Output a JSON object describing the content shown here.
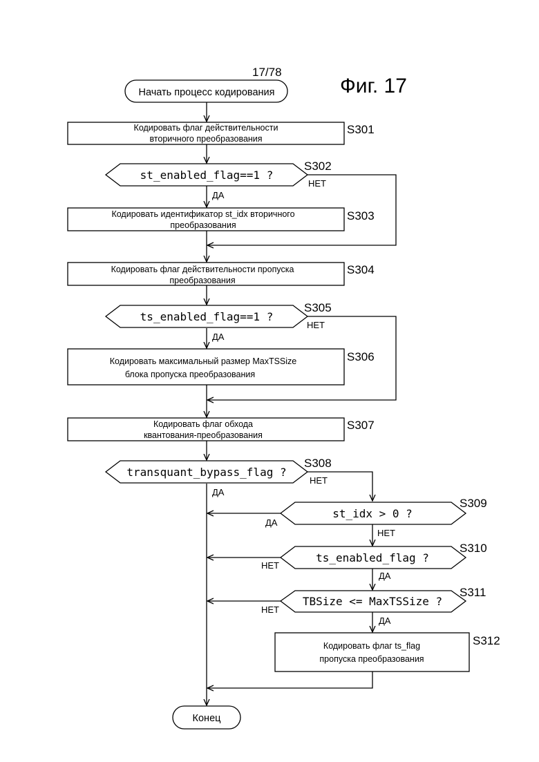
{
  "page": {
    "page_number": "17/78",
    "figure_label": "Фиг. 17"
  },
  "flowchart": {
    "start": "Начать процесс кодирования",
    "end": "Конец",
    "yes": "ДА",
    "no": "НЕТ",
    "steps": {
      "s301": {
        "id": "S301",
        "line1": "Кодировать флаг действительности",
        "line2": "вторичного преобразования"
      },
      "s302": {
        "id": "S302",
        "text": "st_enabled_flag==1 ?"
      },
      "s303": {
        "id": "S303",
        "line1": "Кодировать идентификатор st_idx вторичного",
        "line2": "преобразования"
      },
      "s304": {
        "id": "S304",
        "line1": "Кодировать флаг действительности пропуска",
        "line2": "преобразования"
      },
      "s305": {
        "id": "S305",
        "text": "ts_enabled_flag==1 ?"
      },
      "s306": {
        "id": "S306",
        "line1": "Кодировать максимальный размер MaxTSSize",
        "line2": "блока пропуска преобразования"
      },
      "s307": {
        "id": "S307",
        "line1": "Кодировать флаг обхода",
        "line2": "квантования-преобразования"
      },
      "s308": {
        "id": "S308",
        "text": "transquant_bypass_flag ?"
      },
      "s309": {
        "id": "S309",
        "text": "st_idx > 0 ?"
      },
      "s310": {
        "id": "S310",
        "text": "ts_enabled_flag ?"
      },
      "s311": {
        "id": "S311",
        "text": "TBSize <= MaxTSSize ?"
      },
      "s312": {
        "id": "S312",
        "line1": "Кодировать флаг ts_flag",
        "line2": "пропуска преобразования"
      }
    }
  }
}
